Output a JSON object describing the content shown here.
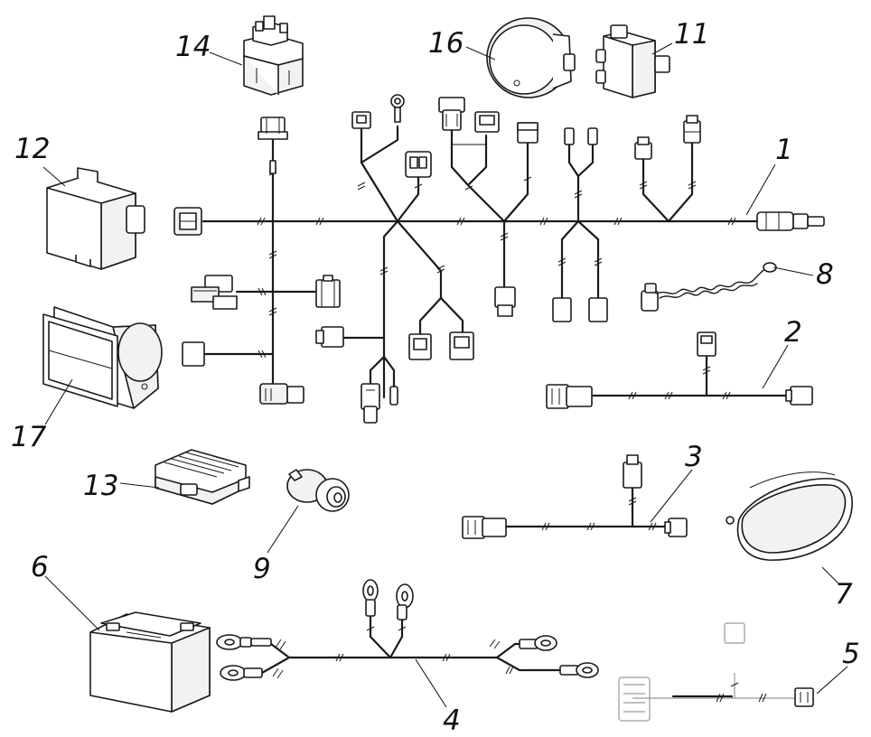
{
  "callouts": {
    "c1": "1",
    "c2": "2",
    "c3": "3",
    "c4": "4",
    "c5": "5",
    "c6": "6",
    "c7": "7",
    "c8": "8",
    "c9": "9",
    "c11": "11",
    "c12": "12",
    "c13": "13",
    "c14": "14",
    "c16": "16",
    "c17": "17"
  },
  "icons": {
    "main_harness": "wiring-harness-icon",
    "battery": "battery-icon",
    "tail_light": "tail-light-icon",
    "headlight": "headlight-icon",
    "regulator": "voltage-regulator-icon",
    "ignition_switch": "key-switch-icon",
    "relay": "relay-icon",
    "gauge": "speedometer-gauge-icon",
    "ignition_coil": "ignition-coil-icon",
    "control_module": "control-module-icon",
    "kill_switch": "tether-switch-icon"
  }
}
